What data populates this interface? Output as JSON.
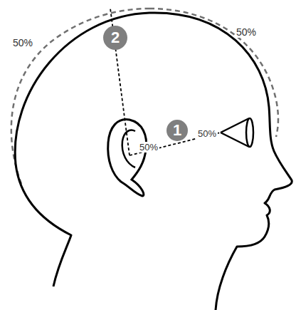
{
  "diagram": {
    "nodes": [
      {
        "text": [
          "2"
        ]
      },
      {
        "text": [
          "1"
        ]
      }
    ],
    "labels": [
      "50%",
      "50%",
      "50%",
      "50%"
    ]
  }
}
